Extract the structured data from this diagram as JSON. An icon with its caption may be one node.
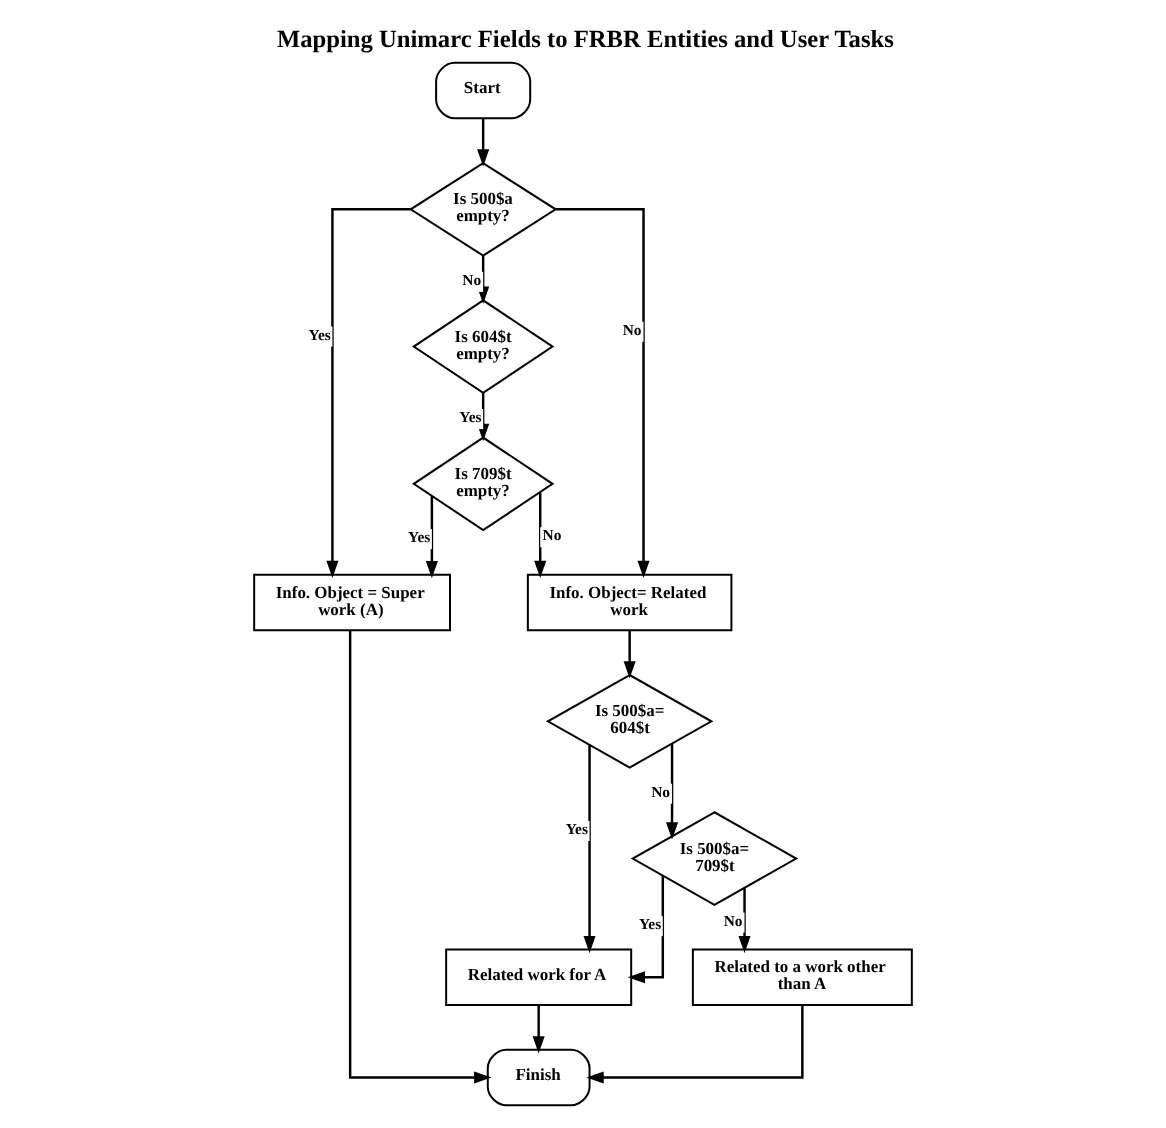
{
  "diagram": {
    "title": "Mapping Unimarc Fields to FRBR Entities and User Tasks",
    "nodes": [
      {
        "text": [
          "Start"
        ]
      },
      {
        "text": [
          "Is 500$a empty?"
        ]
      },
      {
        "text": [
          "Is 604$t empty?"
        ]
      },
      {
        "text": [
          "Info. Object = Super work (A)"
        ]
      },
      {
        "text": [
          "Is 709$t empty?"
        ]
      },
      {
        "text": [
          "Info. Object= Related work"
        ]
      },
      {
        "text": [
          "Is 500$a= 604$t"
        ]
      },
      {
        "text": [
          "Is 500$a= 709$t"
        ]
      },
      {
        "text": [
          "Related to a work other than A"
        ]
      },
      {
        "text": [
          "Finish"
        ]
      },
      {
        "text": [
          "Related work for A"
        ]
      }
    ],
    "edges": [
      {
        "from": 0,
        "to": 1,
        "arrow": "to"
      },
      {
        "from": 1,
        "to": 3,
        "arrow": "to",
        "label": "Yes"
      },
      {
        "from": 1,
        "to": 5,
        "arrow": "to",
        "label": "No"
      },
      {
        "from": 1,
        "to": 2,
        "arrow": "to",
        "label": "No"
      },
      {
        "from": 2,
        "to": 4,
        "arrow": "to",
        "label": "Yes"
      },
      {
        "from": 4,
        "to": 3,
        "arrow": "to",
        "label": "Yes"
      },
      {
        "from": 4,
        "to": 5,
        "arrow": "to",
        "label": "No"
      },
      {
        "from": 5,
        "to": 6,
        "arrow": "to"
      },
      {
        "from": 6,
        "to": 10,
        "arrow": "to",
        "label": "Yes"
      },
      {
        "from": 6,
        "to": 7,
        "arrow": "to",
        "label": "No"
      },
      {
        "from": 7,
        "to": 10,
        "arrow": "to",
        "label": "Yes"
      },
      {
        "from": 7,
        "to": 8,
        "arrow": "to",
        "label": "No"
      },
      {
        "from": 3,
        "to": 9,
        "arrow": "to"
      },
      {
        "from": 8,
        "to": 9,
        "arrow": "to"
      },
      {
        "from": 10,
        "to": 9,
        "arrow": "to"
      }
    ]
  }
}
